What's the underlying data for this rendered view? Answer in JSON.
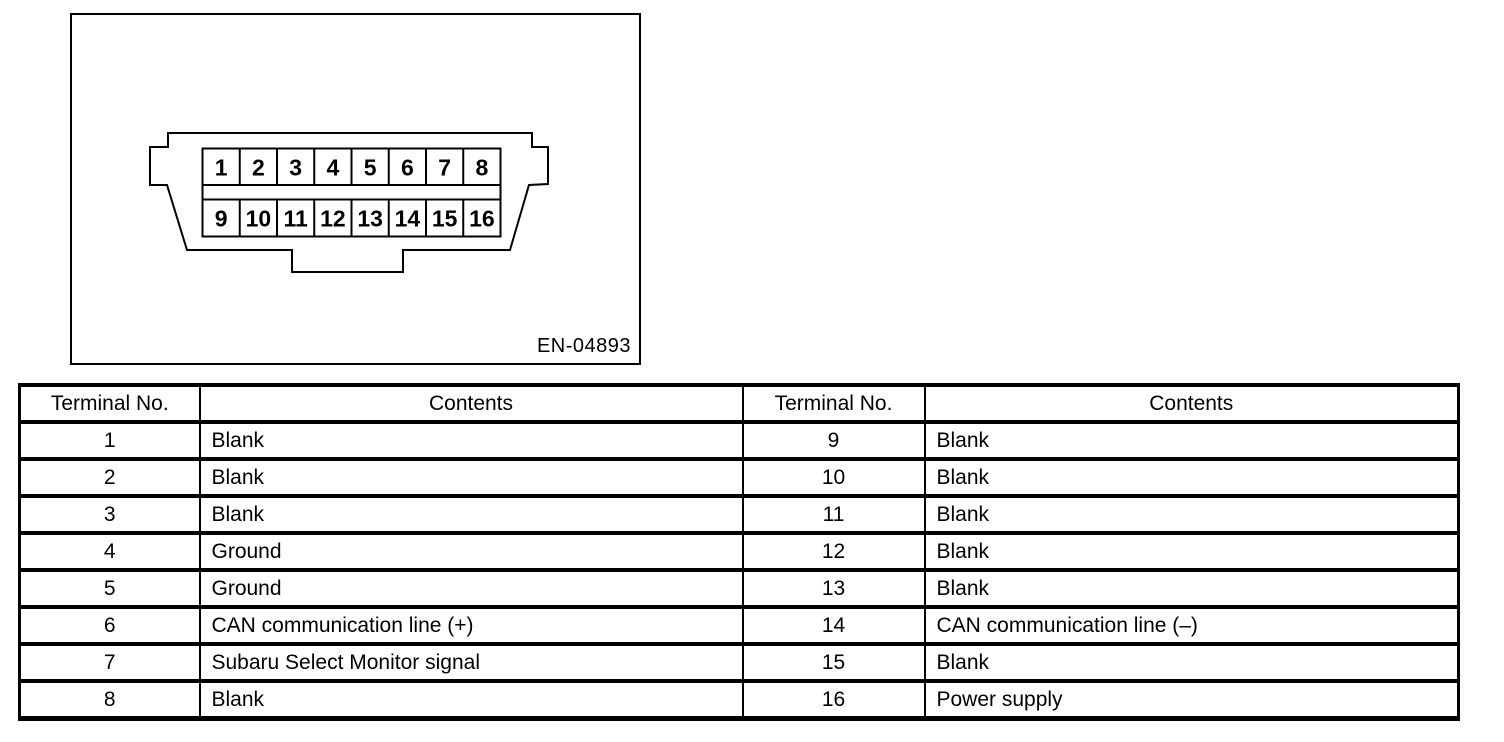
{
  "colors": {
    "ink": "#000000",
    "background": "#ffffff"
  },
  "figure": {
    "code_label": "EN-04893",
    "connector": {
      "top_pins": [
        "1",
        "2",
        "3",
        "4",
        "5",
        "6",
        "7",
        "8"
      ],
      "bottom_pins": [
        "9",
        "10",
        "11",
        "12",
        "13",
        "14",
        "15",
        "16"
      ]
    }
  },
  "table": {
    "headers": [
      "Terminal No.",
      "Contents",
      "Terminal No.",
      "Contents"
    ],
    "rows": [
      {
        "terminal_left": "1",
        "contents_left": "Blank",
        "terminal_right": "9",
        "contents_right": "Blank"
      },
      {
        "terminal_left": "2",
        "contents_left": "Blank",
        "terminal_right": "10",
        "contents_right": "Blank"
      },
      {
        "terminal_left": "3",
        "contents_left": "Blank",
        "terminal_right": "11",
        "contents_right": "Blank"
      },
      {
        "terminal_left": "4",
        "contents_left": "Ground",
        "terminal_right": "12",
        "contents_right": "Blank"
      },
      {
        "terminal_left": "5",
        "contents_left": "Ground",
        "terminal_right": "13",
        "contents_right": "Blank"
      },
      {
        "terminal_left": "6",
        "contents_left": "CAN communication line (+)",
        "terminal_right": "14",
        "contents_right": "CAN communication line (–)"
      },
      {
        "terminal_left": "7",
        "contents_left": "Subaru Select Monitor signal",
        "terminal_right": "15",
        "contents_right": "Blank"
      },
      {
        "terminal_left": "8",
        "contents_left": "Blank",
        "terminal_right": "16",
        "contents_right": "Power supply"
      }
    ]
  }
}
